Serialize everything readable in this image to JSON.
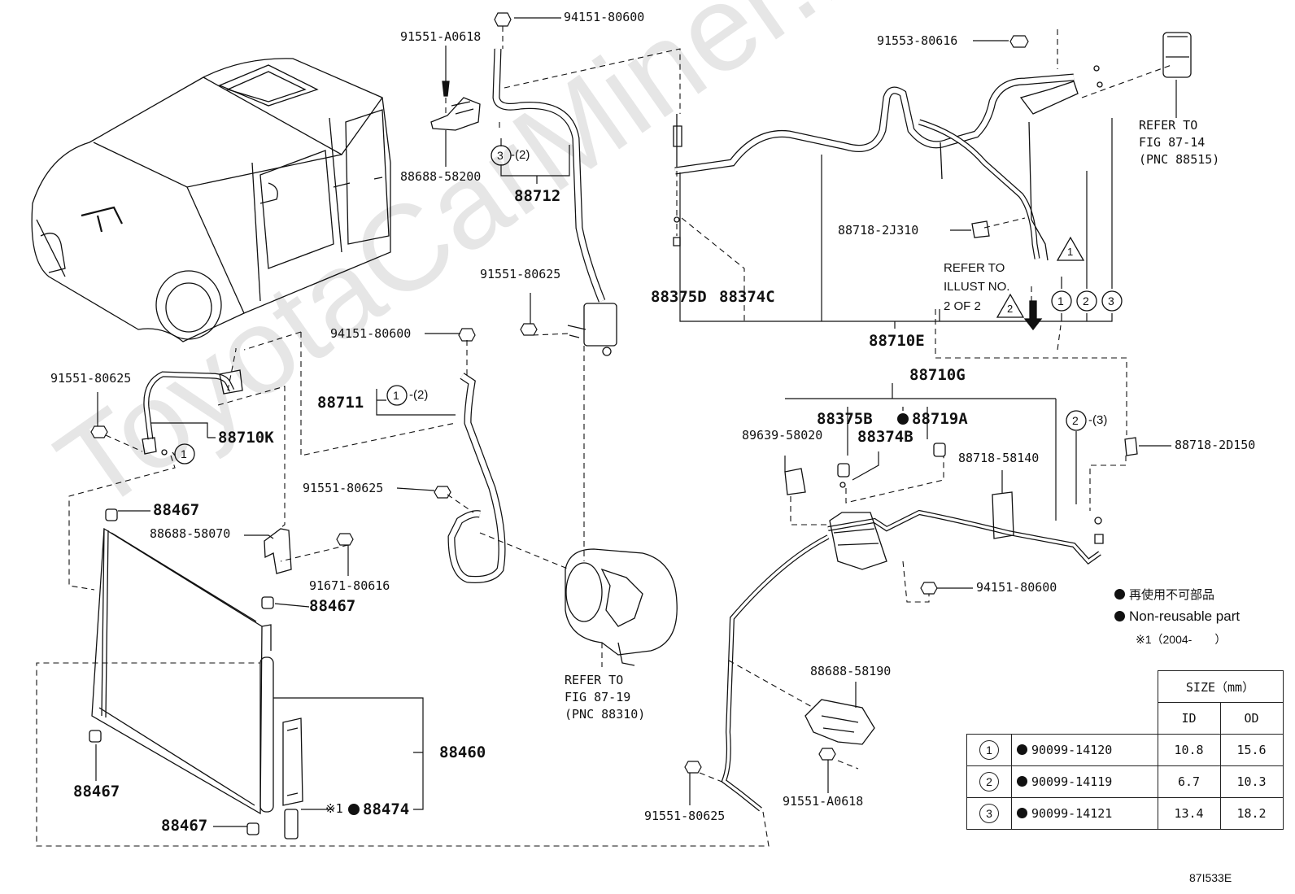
{
  "watermark": "ToyotaCarMiner.ru",
  "part_labels": {
    "p94151_top": "94151-80600",
    "p91551_a0618_top": "91551-A0618",
    "p88688_58200": "88688-58200",
    "p88712": "88712",
    "p91553": "91553-80616",
    "refer_87_14_a": "REFER TO",
    "refer_87_14_b": "FIG 87-14",
    "refer_87_14_c": "(PNC 88515)",
    "p88718_2j310": "88718-2J310",
    "refer_illust_a": "REFER TO",
    "refer_illust_b": "ILLUST NO.",
    "refer_illust_c": "2 OF 2",
    "p88375d": "88375D",
    "p88374c": "88374C",
    "p88710e": "88710E",
    "p91551_80625_a": "91551-80625",
    "p94151_mid": "94151-80600",
    "p91551_80625_b": "91551-80625",
    "p88711": "88711",
    "p88710k": "88710K",
    "p88710g": "88710G",
    "p88375b": "88375B",
    "p88719a": "88719A",
    "p89639": "89639-58020",
    "p88374b": "88374B",
    "p88718_58140": "88718-58140",
    "p88718_2d150": "88718-2D150",
    "p91551_80625_c": "91551-80625",
    "p88467_a": "88467",
    "p88688_58070": "88688-58070",
    "p91671": "91671-80616",
    "p88467_b": "88467",
    "p94151_low": "94151-80600",
    "refer_87_19_a": "REFER TO",
    "refer_87_19_b": "FIG 87-19",
    "refer_87_19_c": "(PNC 88310)",
    "p88460": "88460",
    "p88467_c": "88467",
    "p88467_d": "88467",
    "p88474": "88474",
    "x1_mark": "※1",
    "p88688_58190": "88688-58190",
    "p91551_a0618_low": "91551-A0618",
    "p91551_80625_d": "91551-80625",
    "q2": "-(2)",
    "q2b": "-(2)",
    "q3": "-(3)",
    "circle_1": "1",
    "circle_2": "2",
    "circle_3": "3",
    "tri_1": "1",
    "tri_2": "2",
    "figure_code": "87I533E"
  },
  "legend": {
    "jp": "再使用不可部品",
    "en": "Non-reusable part",
    "note": "※1（2004-　　）"
  },
  "size_table": {
    "header": "SIZE（mm）",
    "col_id": "ID",
    "col_od": "OD",
    "rows": [
      {
        "circle": "1",
        "part": "90099-14120",
        "id": "10.8",
        "od": "15.6"
      },
      {
        "circle": "2",
        "part": "90099-14119",
        "id": "6.7",
        "od": "10.3"
      },
      {
        "circle": "3",
        "part": "90099-14121",
        "id": "13.4",
        "od": "18.2"
      }
    ]
  }
}
